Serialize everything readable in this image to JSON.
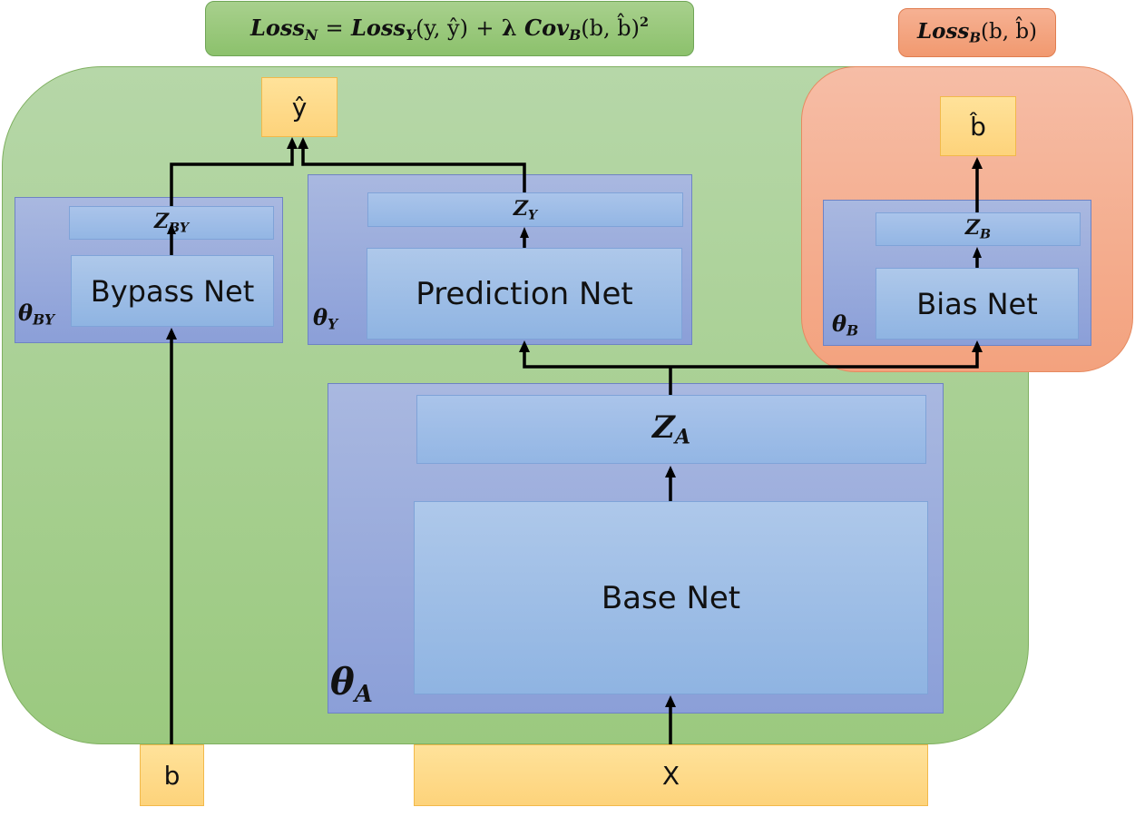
{
  "loss_main": {
    "lhs": "Loss",
    "lhs_sub": "N",
    "eq": "=",
    "term1": "Loss",
    "term1_sub": "Y",
    "term1_args": "(y, ŷ)",
    "plus": "+",
    "lambda": "λ",
    "term2": "Cov",
    "term2_sub": "B",
    "term2_args": "(b, b̂)",
    "power": "2"
  },
  "loss_bias": {
    "term": "Loss",
    "term_sub": "B",
    "args": "(b, b̂)"
  },
  "outputs": {
    "y_hat": "ŷ",
    "b_hat": "b̂"
  },
  "inputs": {
    "b": "b",
    "x": "X"
  },
  "bypass": {
    "net": "Bypass Net",
    "z": "Z",
    "z_sub": "BY",
    "theta": "θ",
    "theta_sub": "BY"
  },
  "prediction": {
    "net": "Prediction Net",
    "z": "Z",
    "z_sub": "Y",
    "theta": "θ",
    "theta_sub": "Y"
  },
  "bias": {
    "net": "Bias Net",
    "z": "Z",
    "z_sub": "B",
    "theta": "θ",
    "theta_sub": "B"
  },
  "base": {
    "net": "Base Net",
    "z": "Z",
    "z_sub": "A",
    "theta": "θ",
    "theta_sub": "A"
  },
  "colors": {
    "green_region": "#a9d18e",
    "orange_region": "#f4b183",
    "theta_box": "#8fa2d8",
    "net_box": "#9dbde6",
    "io_box": "#ffd97f"
  }
}
